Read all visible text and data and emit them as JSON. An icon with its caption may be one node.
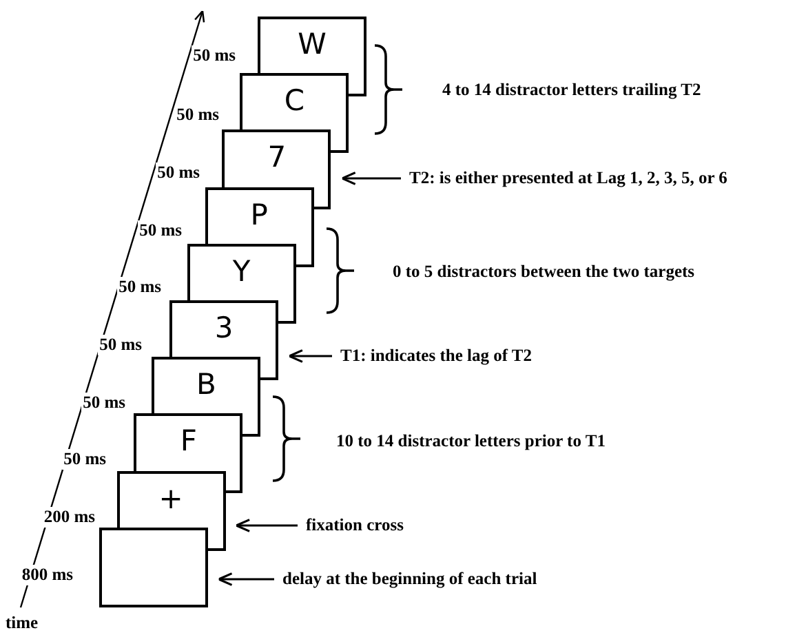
{
  "diagram": {
    "nodes": [
      {
        "text": [
          "W"
        ]
      },
      {
        "text": [
          "C"
        ]
      },
      {
        "text": [
          "7"
        ]
      },
      {
        "text": [
          "P"
        ]
      },
      {
        "text": [
          "Y"
        ]
      },
      {
        "text": [
          "3"
        ]
      },
      {
        "text": [
          "B"
        ]
      },
      {
        "text": [
          "F"
        ]
      },
      {
        "text": [
          "+"
        ]
      },
      {
        "text": [],
        "shape": "box"
      },
      {
        "text": [
          "T2: is either presented at Lag 1, 2, 3, 5, or 6"
        ]
      },
      {
        "text": [
          "T1: indicates the lag of T2"
        ]
      },
      {
        "text": [
          "fixation cross"
        ]
      },
      {
        "text": [
          "delay at the beginning of each trial"
        ]
      }
    ],
    "edges": [
      {
        "from": 10,
        "to": 2,
        "arrow": "to"
      },
      {
        "from": 11,
        "to": 5,
        "arrow": "to"
      },
      {
        "from": 12,
        "to": 8,
        "arrow": "to"
      },
      {
        "from": 13,
        "to": 9,
        "arrow": "to"
      }
    ],
    "labels": [
      "50 ms",
      "4 to 14 distractor letters trailing T2",
      "50 ms",
      "50 ms",
      "50 ms",
      "0 to 5 distractors between the two targets",
      "50 ms",
      "50 ms",
      "50 ms",
      "10 to 14 distractor letters prior to T1",
      "50 ms",
      "200 ms",
      "800 ms",
      "time"
    ]
  }
}
